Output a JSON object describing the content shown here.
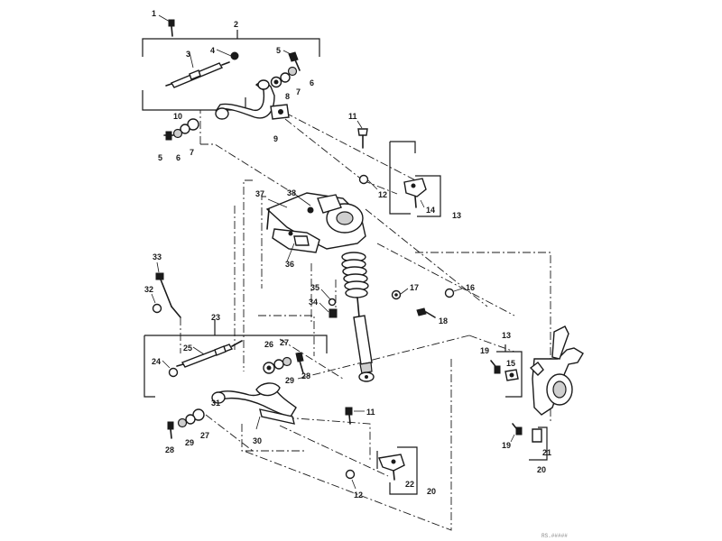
{
  "callouts": {
    "c1": "1",
    "c2": "2",
    "c3": "3",
    "c4": "4",
    "c5a": "5",
    "c5b": "5",
    "c6a": "6",
    "c6b": "6",
    "c7a": "7",
    "c7b": "7",
    "c8": "8",
    "c9": "9",
    "c10": "10",
    "c11a": "11",
    "c11b": "11",
    "c12a": "12",
    "c12b": "12",
    "c13a": "13",
    "c13b": "13",
    "c14": "14",
    "c15": "15",
    "c16": "16",
    "c17": "17",
    "c18": "18",
    "c19a": "19",
    "c19b": "19",
    "c20": "20",
    "c21": "21",
    "c22": "22",
    "c23": "23",
    "c24": "24",
    "c25": "25",
    "c26": "26",
    "c27a": "27",
    "c27b": "27",
    "c28a": "28",
    "c28b": "28",
    "c29a": "29",
    "c29b": "29",
    "c30": "30",
    "c31": "31",
    "c32": "32",
    "c33": "33",
    "c34": "34",
    "c35": "35",
    "c36": "36",
    "c37": "37",
    "c38": "38"
  },
  "figure_ref": "RS.#####",
  "colors": {
    "ink": "#1a1a1a",
    "paper": "#ffffff"
  }
}
